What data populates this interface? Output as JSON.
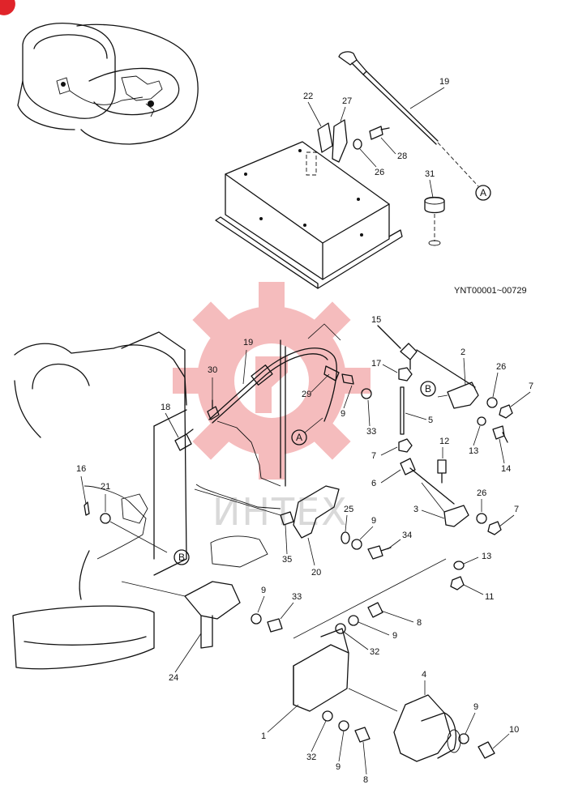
{
  "serial_range": "YNT00001~00729",
  "watermark_text": "ИНТЕХ",
  "accent_color": "#e0242a",
  "watermark_color": "#f2a6a8",
  "reference_markers": {
    "a": "A",
    "b": "B"
  },
  "callouts": {
    "p19_top": "19",
    "p22": "22",
    "p27": "27",
    "p28": "28",
    "p26_top": "26",
    "p31": "31",
    "p15": "15",
    "p2": "2",
    "p17": "17",
    "p19_mid": "19",
    "p30": "30",
    "p29": "29",
    "p26_a": "26",
    "p7_a": "7",
    "p18": "18",
    "p9_a": "9",
    "p33_a": "33",
    "p5": "5",
    "p13_a": "13",
    "p14": "14",
    "p7_b": "7",
    "p12": "12",
    "p6": "6",
    "p16": "16",
    "p21": "21",
    "p3": "3",
    "p26_b": "26",
    "p7_c": "7",
    "p25": "25",
    "p9_b": "9",
    "p34": "34",
    "p35": "35",
    "p20": "20",
    "p13_b": "13",
    "p11": "11",
    "p9_c": "9",
    "p33_b": "33",
    "p24": "24",
    "p8_a": "8",
    "p9_d": "9",
    "p32_a": "32",
    "p4": "4",
    "p1": "1",
    "p32_b": "32",
    "p9_e": "9",
    "p8_b": "8",
    "p9_f": "9",
    "p10": "10"
  }
}
